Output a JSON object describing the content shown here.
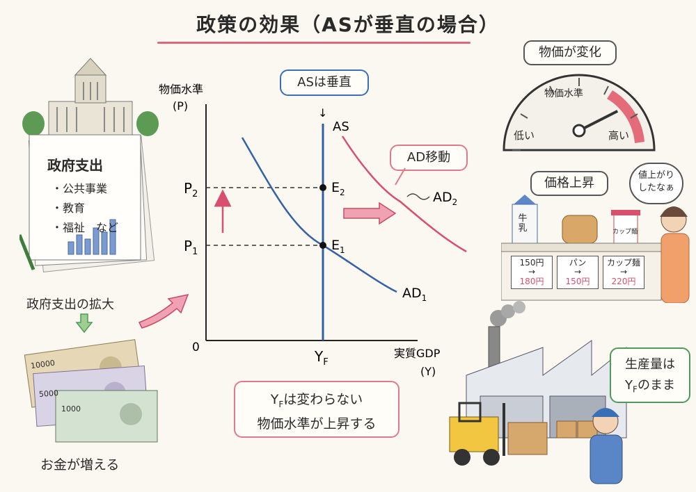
{
  "title": "政策の効果（ASが垂直の場合）",
  "colors": {
    "accent": "#e0667a",
    "as_blue": "#2f5ea8",
    "ad_blue": "#3561a8",
    "ad_red": "#d9506e",
    "green": "#4f9a5a"
  },
  "graph": {
    "y_axis_label": "物価水準",
    "y_axis_symbol": "(P)",
    "x_axis_label": "実質GDP",
    "x_axis_symbol": "(Y)",
    "origin": "0",
    "p2": "P",
    "p2_sub": "2",
    "p1": "P",
    "p1_sub": "1",
    "yf": "Y",
    "yf_sub": "F",
    "as_label": "AS",
    "e2": "E",
    "e2_sub": "2",
    "e1": "E",
    "e1_sub": "1",
    "ad1": "AD",
    "ad1_sub": "1",
    "ad2": "AD",
    "ad2_sub": "2",
    "arrow_down": "↓"
  },
  "callouts": {
    "as_vertical": "ASは垂直",
    "ad_shift": "AD移動",
    "bottom_line1_a": "Y",
    "bottom_line1_sub": "F",
    "bottom_line1_b": "は変わらない",
    "bottom_line2": "物価水準が上昇する"
  },
  "left": {
    "doc_title": "政府支出",
    "doc_items": [
      "・公共事業",
      "・教育",
      "・福祉　など"
    ],
    "expansion": "政府支出の拡大",
    "money": "お金が増える",
    "banknote": "10000",
    "banknote_mid": "5000",
    "banknote_small": "1000"
  },
  "gauge": {
    "header": "物価が変化",
    "label": "物価水準",
    "low": "低い",
    "high": "高い",
    "level": 0.85
  },
  "prices": {
    "header": "価格上昇",
    "speech": [
      "値上がり",
      "したなぁ"
    ],
    "milk_label": [
      "牛",
      "乳"
    ],
    "cup_label": "カップ麺",
    "items": [
      {
        "name": "150円",
        "arrow": "→",
        "new": "180円"
      },
      {
        "name": "パン",
        "arrow": "→",
        "new": "150円"
      },
      {
        "name": "カップ麺",
        "arrow": "→",
        "new": "220円"
      }
    ]
  },
  "factory": {
    "speech": [
      "生産量は"
    ],
    "speech2_a": "Y",
    "speech2_sub": "F",
    "speech2_b": "のまま"
  }
}
